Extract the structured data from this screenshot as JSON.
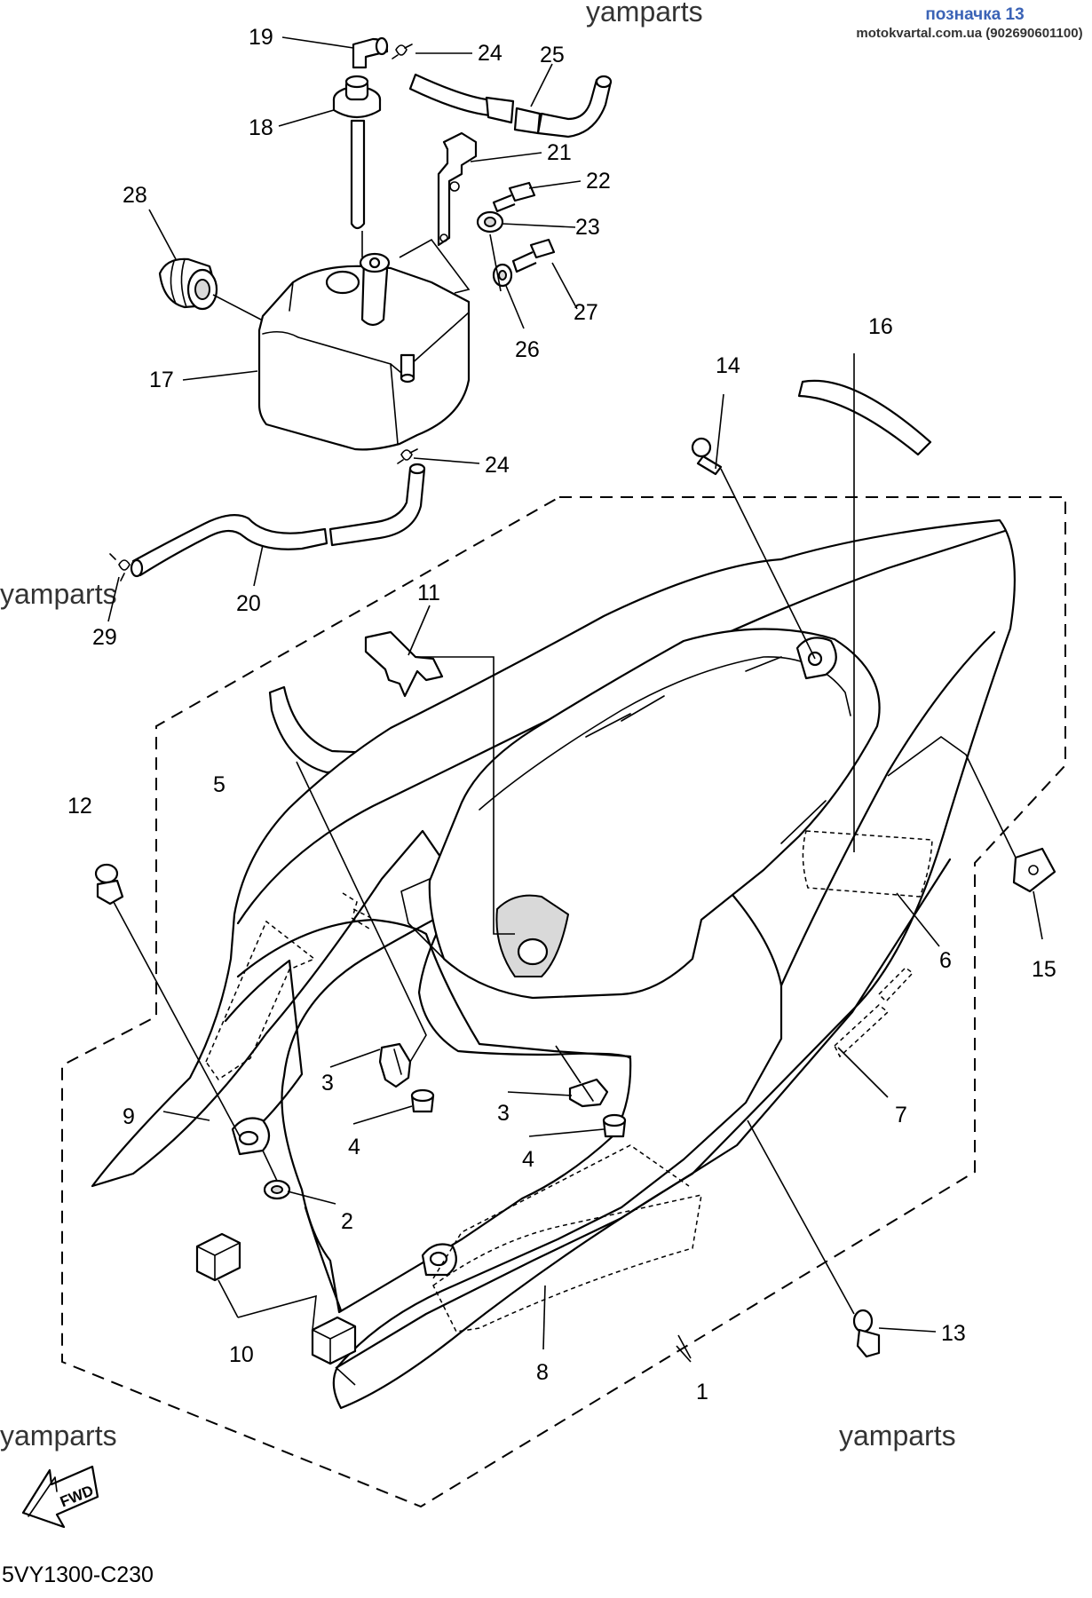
{
  "header": {
    "badge": "позначка 13",
    "site": "motokvartal.com.ua (902690601100)"
  },
  "watermarks": [
    "yamparts",
    "yamparts",
    "yamparts",
    "yamparts",
    "yamparts",
    "yamparts"
  ],
  "diagram_code": "5VY1300-C230",
  "fwd_label": "FWD",
  "callouts": {
    "c1": "1",
    "c2": "2",
    "c3a": "3",
    "c3b": "3",
    "c4a": "4",
    "c4b": "4",
    "c5": "5",
    "c6": "6",
    "c7": "7",
    "c8": "8",
    "c9": "9",
    "c10": "10",
    "c11": "11",
    "c12": "12",
    "c13": "13",
    "c14": "14",
    "c15": "15",
    "c16": "16",
    "c17": "17",
    "c18": "18",
    "c19": "19",
    "c20": "20",
    "c21": "21",
    "c22": "22",
    "c23": "23",
    "c24a": "24",
    "c24b": "24",
    "c25": "25",
    "c26": "26",
    "c27": "27",
    "c28": "28",
    "c29": "29"
  }
}
